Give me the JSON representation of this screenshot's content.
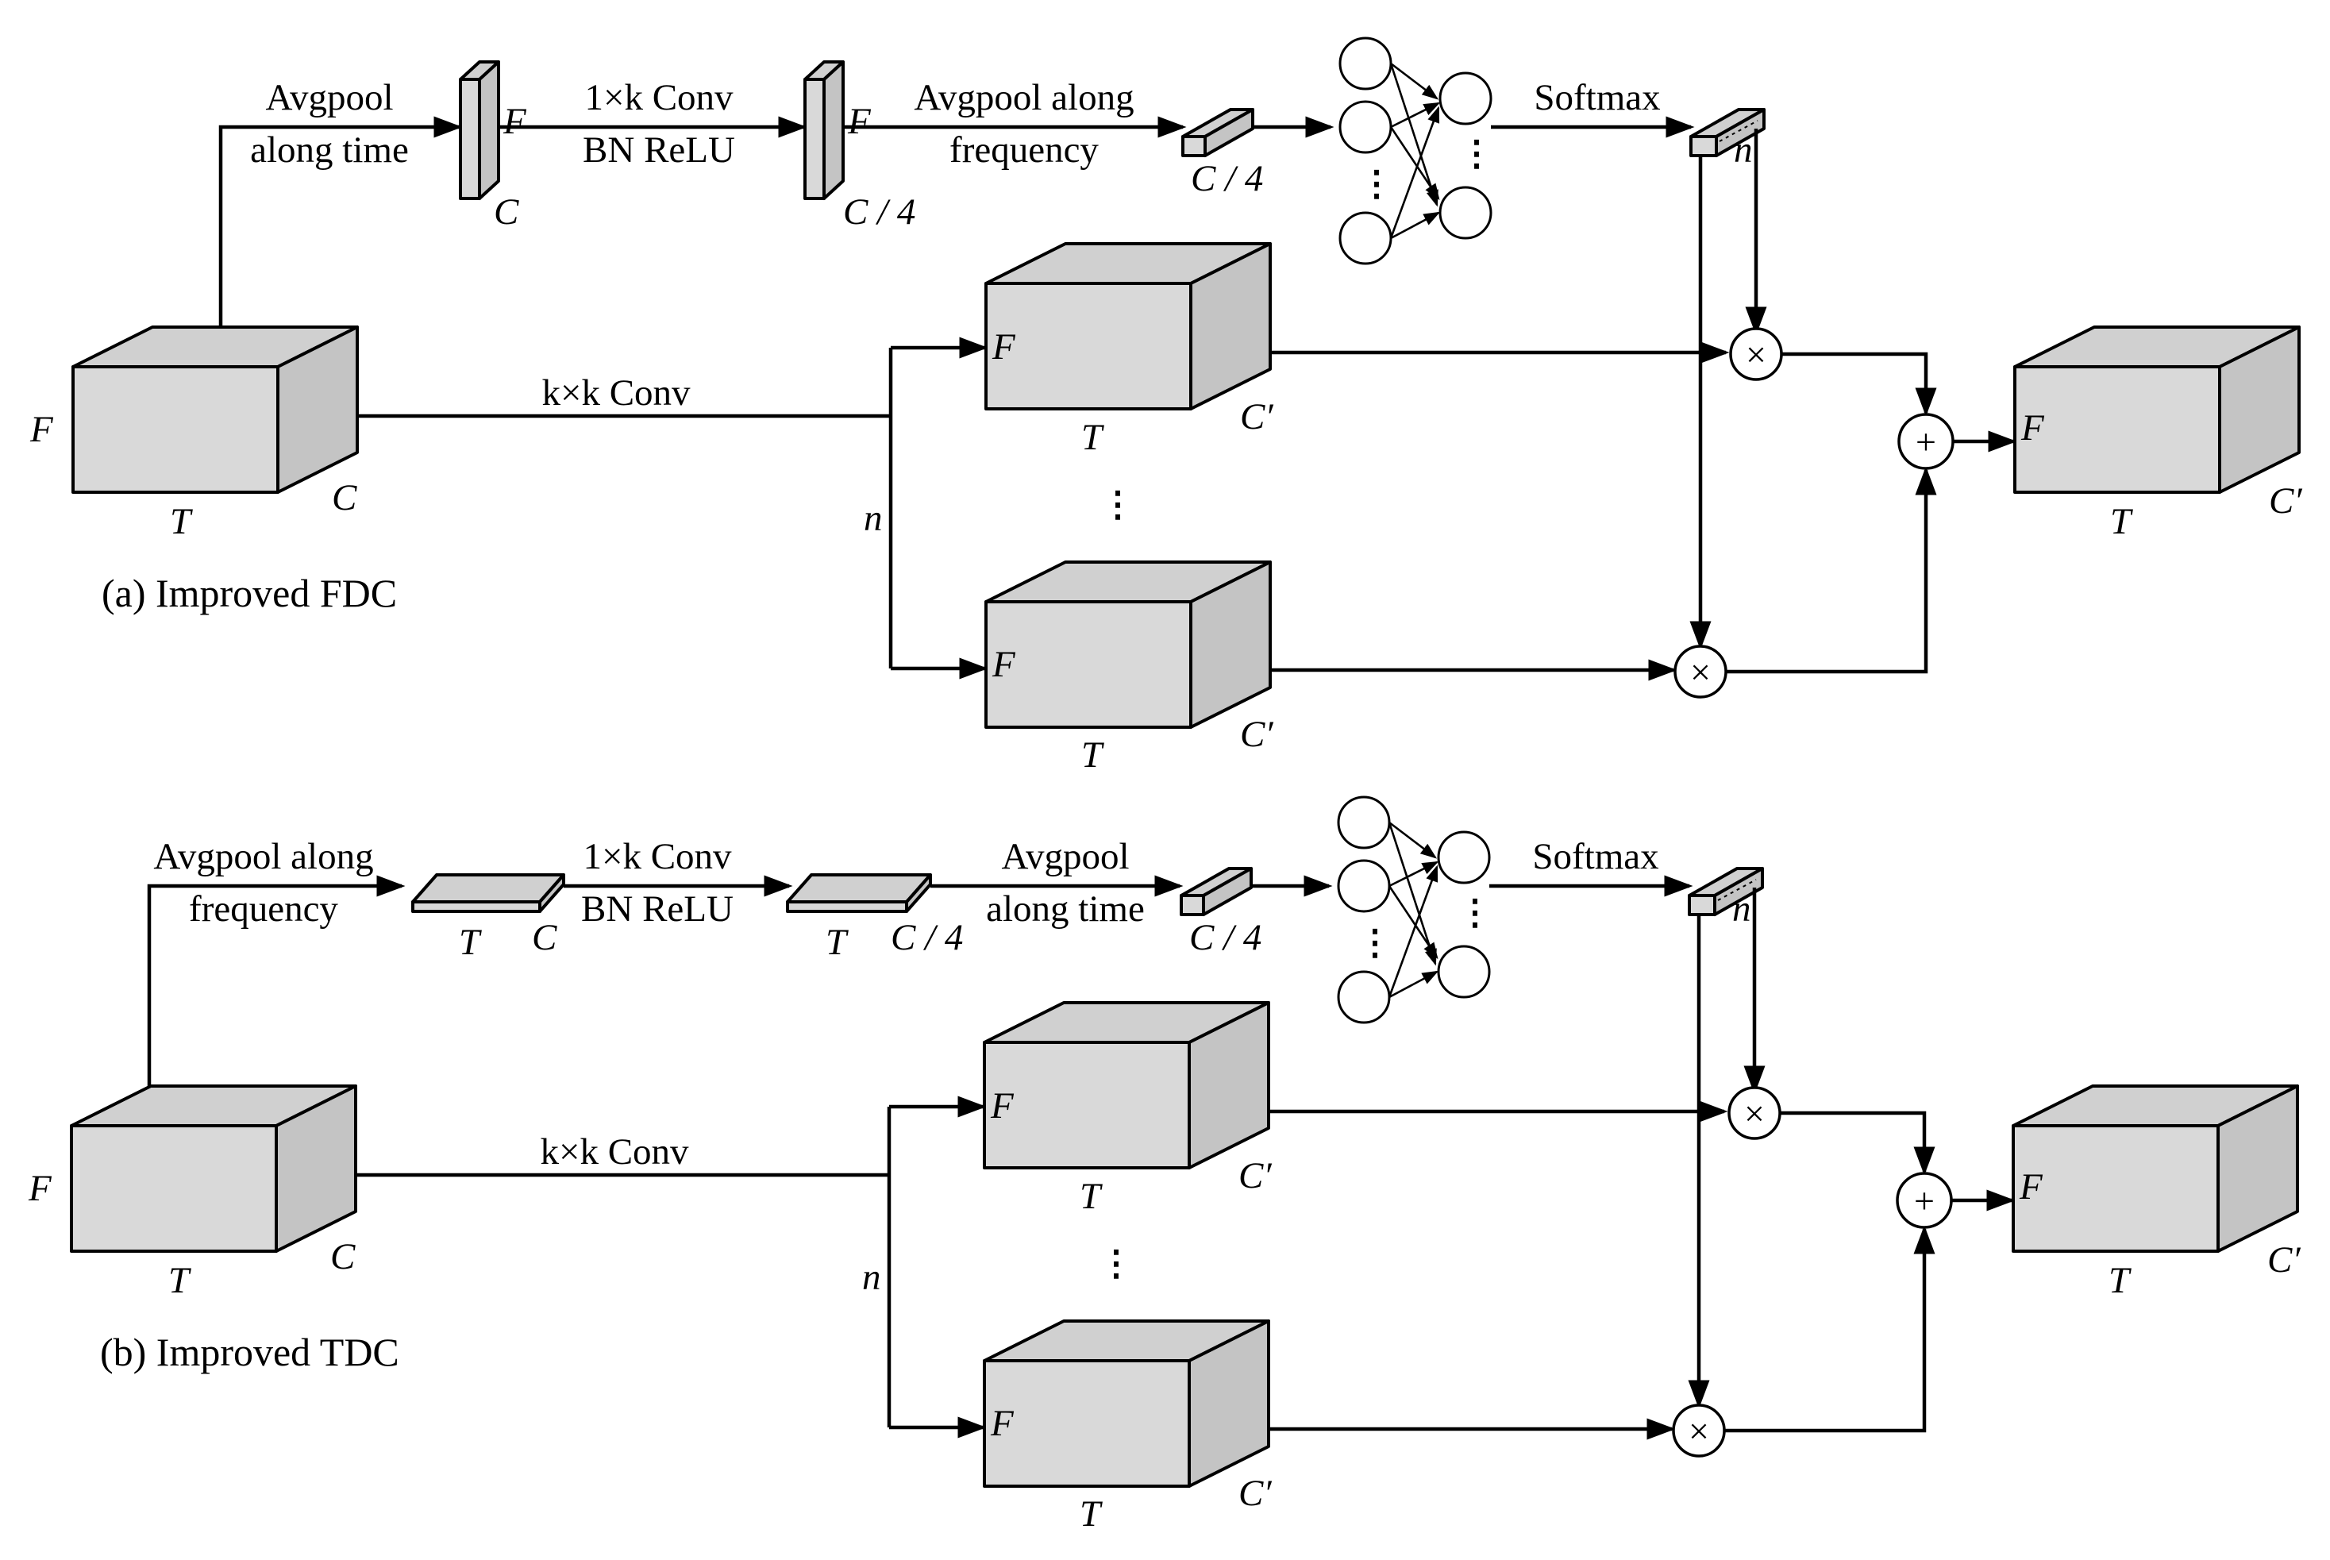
{
  "panels": [
    {
      "id": "fdc",
      "caption": "(a) Improved FDC",
      "input": {
        "f": "F",
        "t": "T",
        "c": "C"
      },
      "step1": {
        "line1": "Avgpool",
        "line2": "along time"
      },
      "feat1": {
        "f": "F",
        "c": "C",
        "t": "",
        "c2": ""
      },
      "step2": {
        "line1": "1×k Conv",
        "line2": "BN ReLU"
      },
      "feat2": {
        "f": "F",
        "c": "C / 4",
        "t": "",
        "c2": ""
      },
      "step3": {
        "line1": "Avgpool along",
        "line2": "frequency"
      },
      "vec_label": "C / 4",
      "softmax": "Softmax",
      "n_weights": "n",
      "conv_label": "k×k Conv",
      "n_branches": "n",
      "branch1": {
        "f": "F",
        "t": "T",
        "c": "C′"
      },
      "branch2": {
        "f": "F",
        "t": "T",
        "c": "C′"
      },
      "output": {
        "f": "F",
        "t": "T",
        "c": "C′"
      },
      "mult": "×",
      "add": "+",
      "dots": "⋮"
    },
    {
      "id": "tdc",
      "caption": "(b) Improved TDC",
      "input": {
        "f": "F",
        "t": "T",
        "c": "C"
      },
      "step1": {
        "line1": "Avgpool along",
        "line2": "frequency"
      },
      "feat1": {
        "f": "",
        "c": "",
        "t": "T",
        "c2": "C"
      },
      "step2": {
        "line1": "1×k Conv",
        "line2": "BN ReLU"
      },
      "feat2": {
        "f": "",
        "c": "",
        "t": "T",
        "c2": "C / 4"
      },
      "step3": {
        "line1": "Avgpool",
        "line2": "along time"
      },
      "vec_label": "C / 4",
      "softmax": "Softmax",
      "n_weights": "n",
      "conv_label": "k×k Conv",
      "n_branches": "n",
      "branch1": {
        "f": "F",
        "t": "T",
        "c": "C′"
      },
      "branch2": {
        "f": "F",
        "t": "T",
        "c": "C′"
      },
      "output": {
        "f": "F",
        "t": "T",
        "c": "C′"
      },
      "mult": "×",
      "add": "+",
      "dots": "⋮"
    }
  ]
}
